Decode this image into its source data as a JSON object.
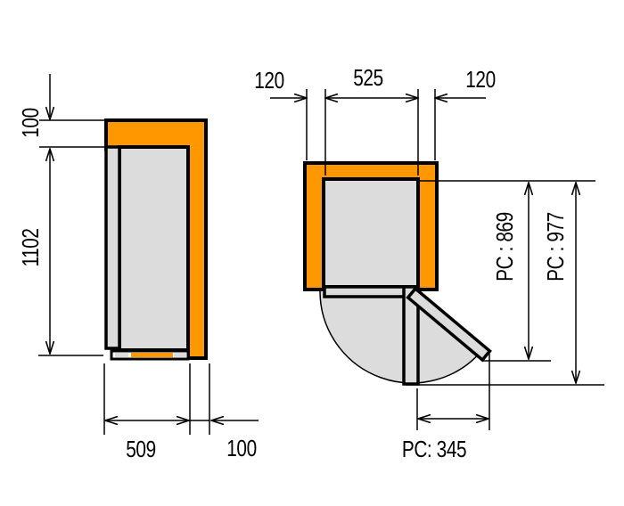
{
  "drawing": {
    "front_view": {
      "dim_top_panel": "100",
      "dim_interior_height": "1102",
      "dim_door_width": "509",
      "dim_side_panel": "100"
    },
    "plan_view": {
      "dim_gap_left": "120",
      "dim_width": "525",
      "dim_gap_right": "120",
      "dim_depth_door_open": "PC : 869",
      "dim_depth_max": "PC : 977",
      "dim_door_projection": "PC: 345"
    },
    "colors": {
      "accent_orange": "#FF9800",
      "panel_gray": "#DCDCDC",
      "outline_black": "#000000"
    }
  }
}
